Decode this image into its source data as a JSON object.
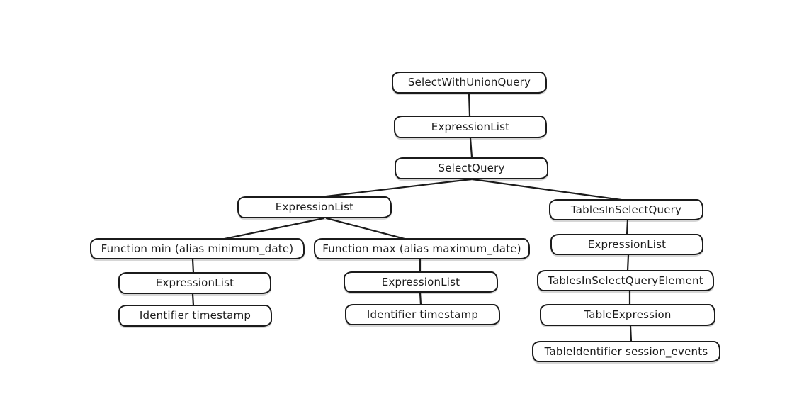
{
  "diagram": {
    "type": "tree",
    "colors": {
      "background": "#ffffff",
      "node_fill": "#ffffff",
      "node_stroke": "#1b1b1b",
      "edge_stroke": "#1b1b1b",
      "text": "#1b1b1b"
    },
    "nodes": [
      {
        "id": "select-with-union-query",
        "label": "SelectWithUnionQuery"
      },
      {
        "id": "expression-list-root",
        "label": "ExpressionList"
      },
      {
        "id": "select-query",
        "label": "SelectQuery"
      },
      {
        "id": "expression-list-select",
        "label": "ExpressionList"
      },
      {
        "id": "tables-in-select-query",
        "label": "TablesInSelectQuery"
      },
      {
        "id": "function-min",
        "label": "Function min (alias minimum_date)"
      },
      {
        "id": "function-max",
        "label": "Function max (alias maximum_date)"
      },
      {
        "id": "expression-list-min",
        "label": "ExpressionList"
      },
      {
        "id": "identifier-timestamp-min",
        "label": "Identifier timestamp"
      },
      {
        "id": "expression-list-max",
        "label": "ExpressionList"
      },
      {
        "id": "identifier-timestamp-max",
        "label": "Identifier timestamp"
      },
      {
        "id": "expression-list-tables",
        "label": "ExpressionList"
      },
      {
        "id": "tables-in-select-query-element",
        "label": "TablesInSelectQueryElement"
      },
      {
        "id": "table-expression",
        "label": "TableExpression"
      },
      {
        "id": "table-identifier",
        "label": "TableIdentifier session_events"
      }
    ],
    "edges": [
      [
        "select-with-union-query",
        "expression-list-root"
      ],
      [
        "expression-list-root",
        "select-query"
      ],
      [
        "select-query",
        "expression-list-select"
      ],
      [
        "select-query",
        "tables-in-select-query"
      ],
      [
        "expression-list-select",
        "function-min"
      ],
      [
        "expression-list-select",
        "function-max"
      ],
      [
        "function-min",
        "expression-list-min"
      ],
      [
        "expression-list-min",
        "identifier-timestamp-min"
      ],
      [
        "function-max",
        "expression-list-max"
      ],
      [
        "expression-list-max",
        "identifier-timestamp-max"
      ],
      [
        "tables-in-select-query",
        "expression-list-tables"
      ],
      [
        "expression-list-tables",
        "tables-in-select-query-element"
      ],
      [
        "tables-in-select-query-element",
        "table-expression"
      ],
      [
        "table-expression",
        "table-identifier"
      ]
    ]
  }
}
